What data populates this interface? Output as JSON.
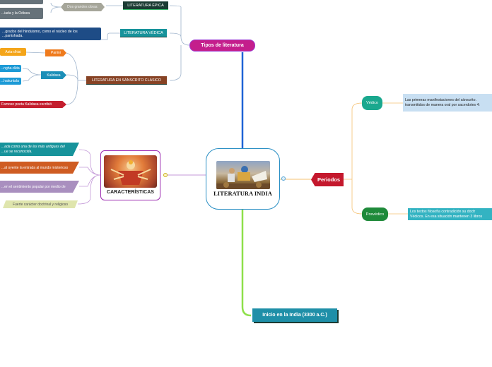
{
  "central": {
    "title": "LITERATURA INDIA",
    "image_alt": "Krishna and Arjuna chariot painting"
  },
  "branches": {
    "tipos": {
      "label": "Tipos de literatura",
      "epica": {
        "label": "LITERATURA ÉPICA",
        "grandes_obras": "Dos grandes obras:",
        "items": [
          "",
          "...iada y la Odisea"
        ]
      },
      "vedica": {
        "label": "LITERATURA VÉDICA",
        "text": "...grados del hinduismo, como el núcleo de los ...panishada."
      },
      "sanscrito": {
        "label": "LITERATURA EN SÁNSCRITO CLÁSICO",
        "panini": {
          "label": "Panini",
          "child": "Asta-dhiai"
        },
        "kalidasa": {
          "label": "Kalidasa",
          "children": [
            "...ngha-dūta",
            "...hakuntala"
          ]
        },
        "famoso": "Famoso poeta Kalidasa escribió"
      }
    },
    "caracteristicas": {
      "label": "CARACTERÍSTICAS",
      "items": [
        "...ada como una de las más antiguas del ...ue se reconocida.",
        "...al oyente la entrada al mundo misterioso",
        "...en el sentimiento popular por medio de",
        "Fuerte carácter doctrinal y religioso"
      ]
    },
    "periodos": {
      "label": "Periodos",
      "vedico": {
        "label": "Védico",
        "text": "Las primeras manifestaciones del sánscrito. transmitidos de manera oral por sacerdotes 4:"
      },
      "posvedico": {
        "label": "Posvédico",
        "text": "Los textos filosofía contradición su doctr Védicos. En esa situación mantenen 3 libros"
      }
    },
    "inicio": {
      "label": "Inicio en la India (3300 a.C.)"
    }
  },
  "colors": {
    "tipos": "#c41e8c",
    "tipos_line": "#1f63d6",
    "periodos": "#c4182d",
    "periodos_line": "#f5a623",
    "caracteristicas": "#9b2ab0",
    "inicio": "#1f8fa8",
    "inicio_line": "#8ee04a",
    "central_border": "#2a8fc4"
  }
}
